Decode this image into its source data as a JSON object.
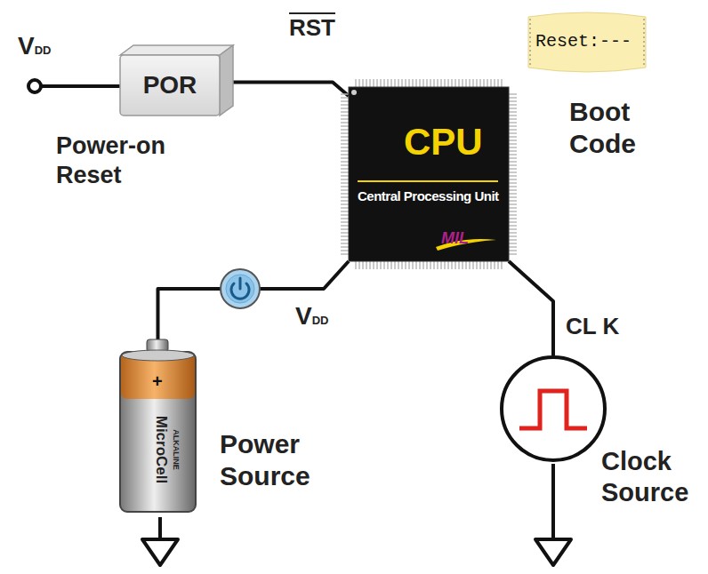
{
  "diagram": {
    "nodes": [
      {
        "text": [
          "POR",
          "Power-on Reset"
        ]
      },
      {
        "text": [
          "CPU",
          "Central Processing Unit",
          "MIL"
        ]
      },
      {
        "text": [
          "Reset:---",
          "Boot Code"
        ]
      },
      {
        "text": [
          "+",
          "MicroCell",
          "ALKALINE",
          "Power Source"
        ]
      },
      {
        "text": [
          "Clock Source"
        ]
      }
    ],
    "edges": [
      {
        "from": 0,
        "to": 1,
        "label": "RST",
        "arrow": "none"
      },
      {
        "from": 3,
        "to": 1,
        "label": "VDD",
        "arrow": "none"
      },
      {
        "from": 4,
        "to": 1,
        "label": "CL K",
        "arrow": "none"
      }
    ],
    "labels": [
      "VDD"
    ]
  }
}
